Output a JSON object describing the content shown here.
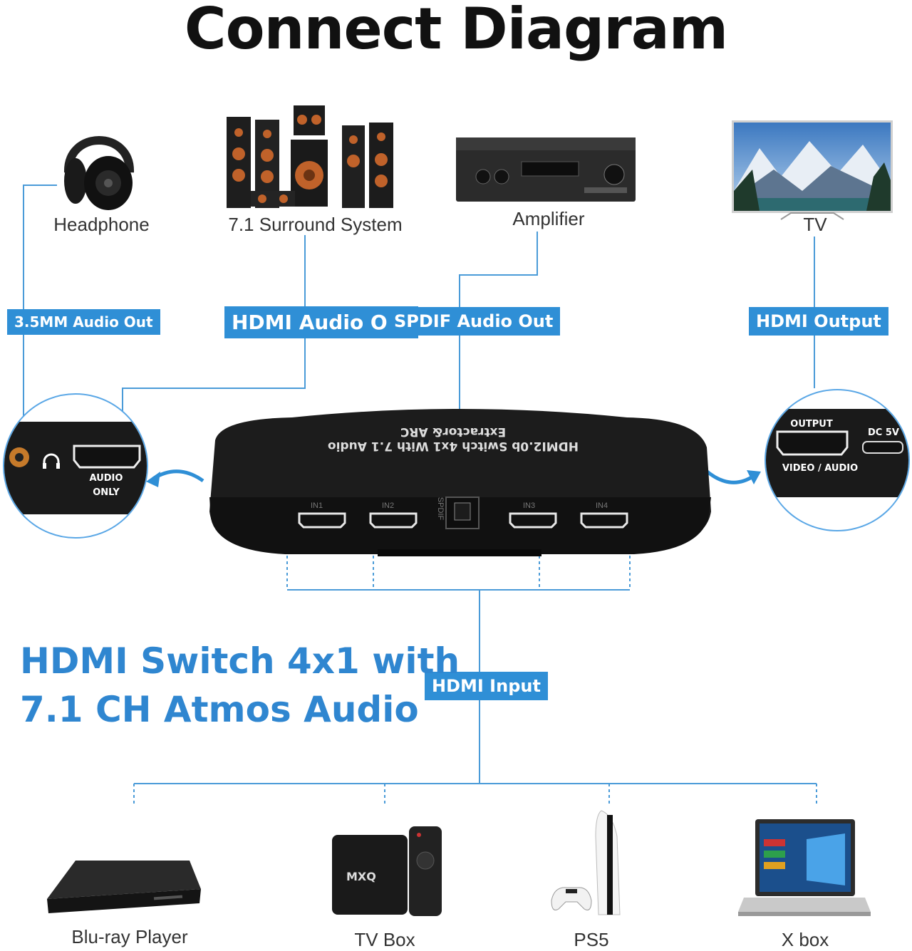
{
  "title": "Connect Diagram",
  "top_devices": [
    {
      "label": "Headphone",
      "icon": "headphone-icon"
    },
    {
      "label": "7.1 Surround System",
      "icon": "speaker-system-icon"
    },
    {
      "label": "Amplifier",
      "icon": "amplifier-icon"
    },
    {
      "label": "TV",
      "icon": "tv-icon"
    }
  ],
  "tags": {
    "audio35": "3.5MM Audio Out",
    "hdmi_audio": "HDMI Audio Out",
    "spdif": "SPDIF Audio Out",
    "hdmi_output": "HDMI Output",
    "hdmi_input": "HDMI Input"
  },
  "left_panel": {
    "audio_only_1": "AUDIO",
    "audio_only_2": "ONLY"
  },
  "right_panel": {
    "output": "OUTPUT",
    "dc": "DC 5V",
    "video_audio": "VIDEO / AUDIO"
  },
  "device": {
    "line1": "HDMI2.0b Switch 4x1 With 7.1 Audio",
    "line2": "Extractor& ARC",
    "ports": [
      "IN1",
      "IN2",
      "IN3",
      "IN4"
    ],
    "spdif": "SPDIF"
  },
  "headline": {
    "line1": "HDMI Switch 4x1  with",
    "line2": "7.1 CH Atmos Audio"
  },
  "bottom_devices": [
    {
      "label": "Blu-ray Player",
      "icon": "bluray-player-icon"
    },
    {
      "label": "TV Box",
      "icon": "tv-box-icon"
    },
    {
      "label": "PS5",
      "icon": "ps5-icon"
    },
    {
      "label": "X box",
      "icon": "laptop-icon"
    }
  ],
  "colors": {
    "accent": "#2f8fd6",
    "line": "#4a9bd8",
    "device": "#1c1c1c"
  }
}
